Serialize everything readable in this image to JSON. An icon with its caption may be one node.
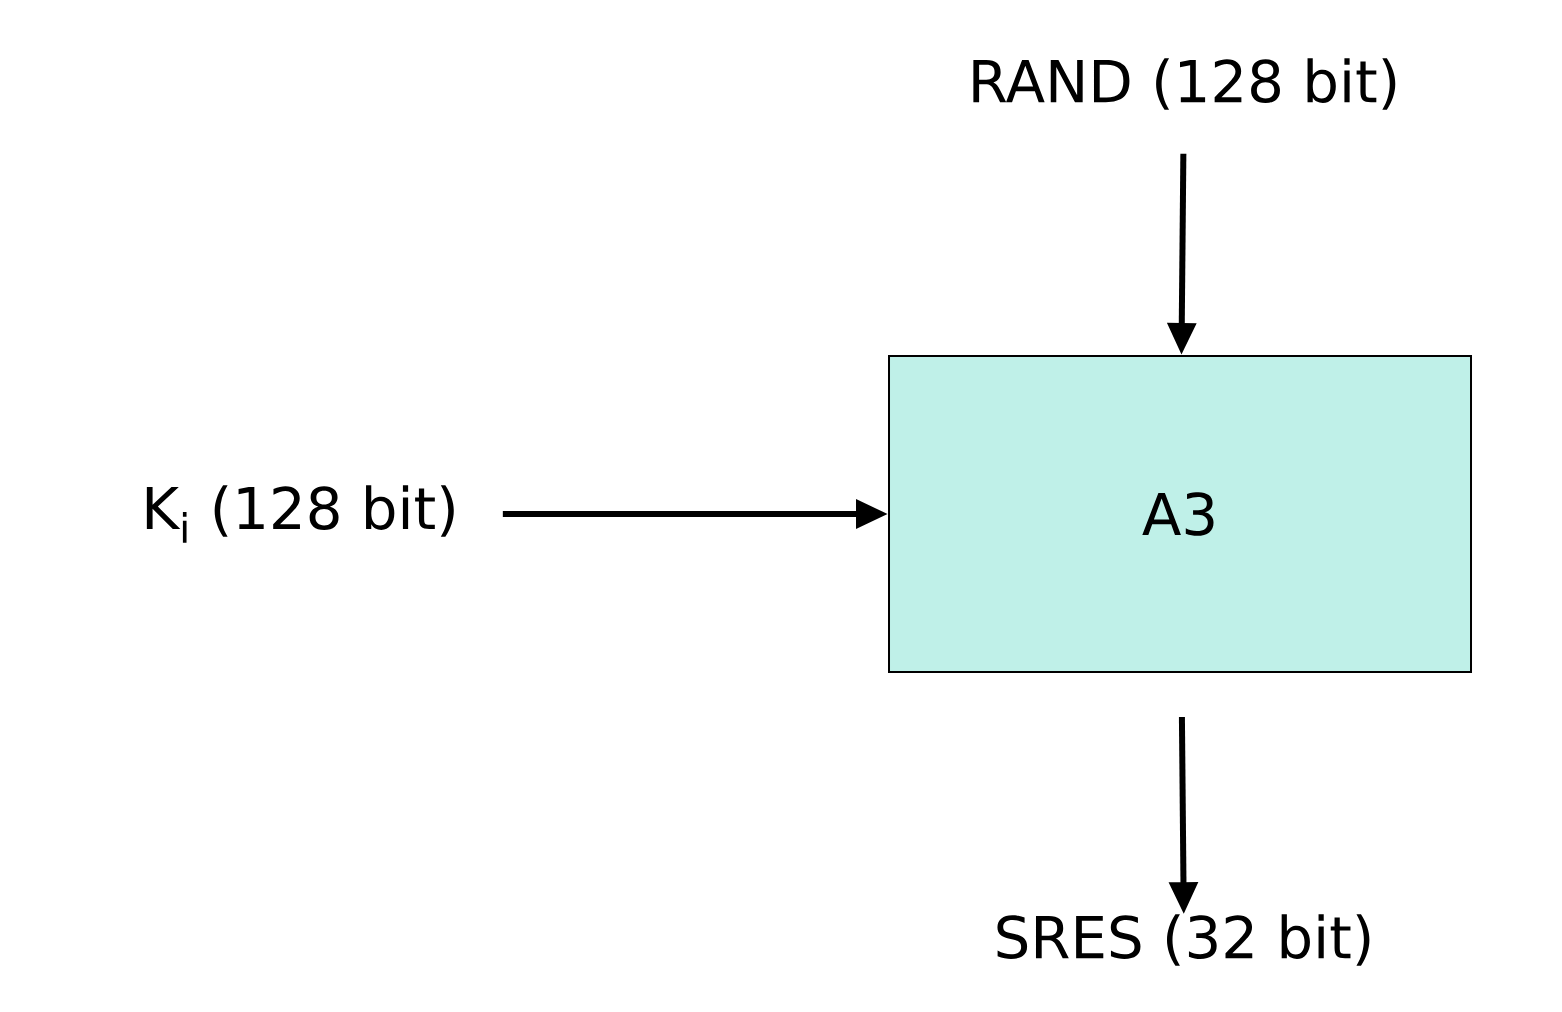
{
  "diagram": {
    "nodes": [
      {
        "text": [
          "RAND (128 bit)"
        ]
      },
      {
        "text": [
          "K$_{i}$ (128 bit)"
        ]
      },
      {
        "text": [
          "A3"
        ]
      },
      {
        "text": [
          "SRES (32 bit)"
        ]
      }
    ],
    "edges": [
      {
        "from": 0,
        "to": 2,
        "arrow": "to"
      },
      {
        "from": 1,
        "to": 2,
        "arrow": "to"
      },
      {
        "from": 2,
        "to": 3,
        "arrow": "to"
      }
    ]
  }
}
